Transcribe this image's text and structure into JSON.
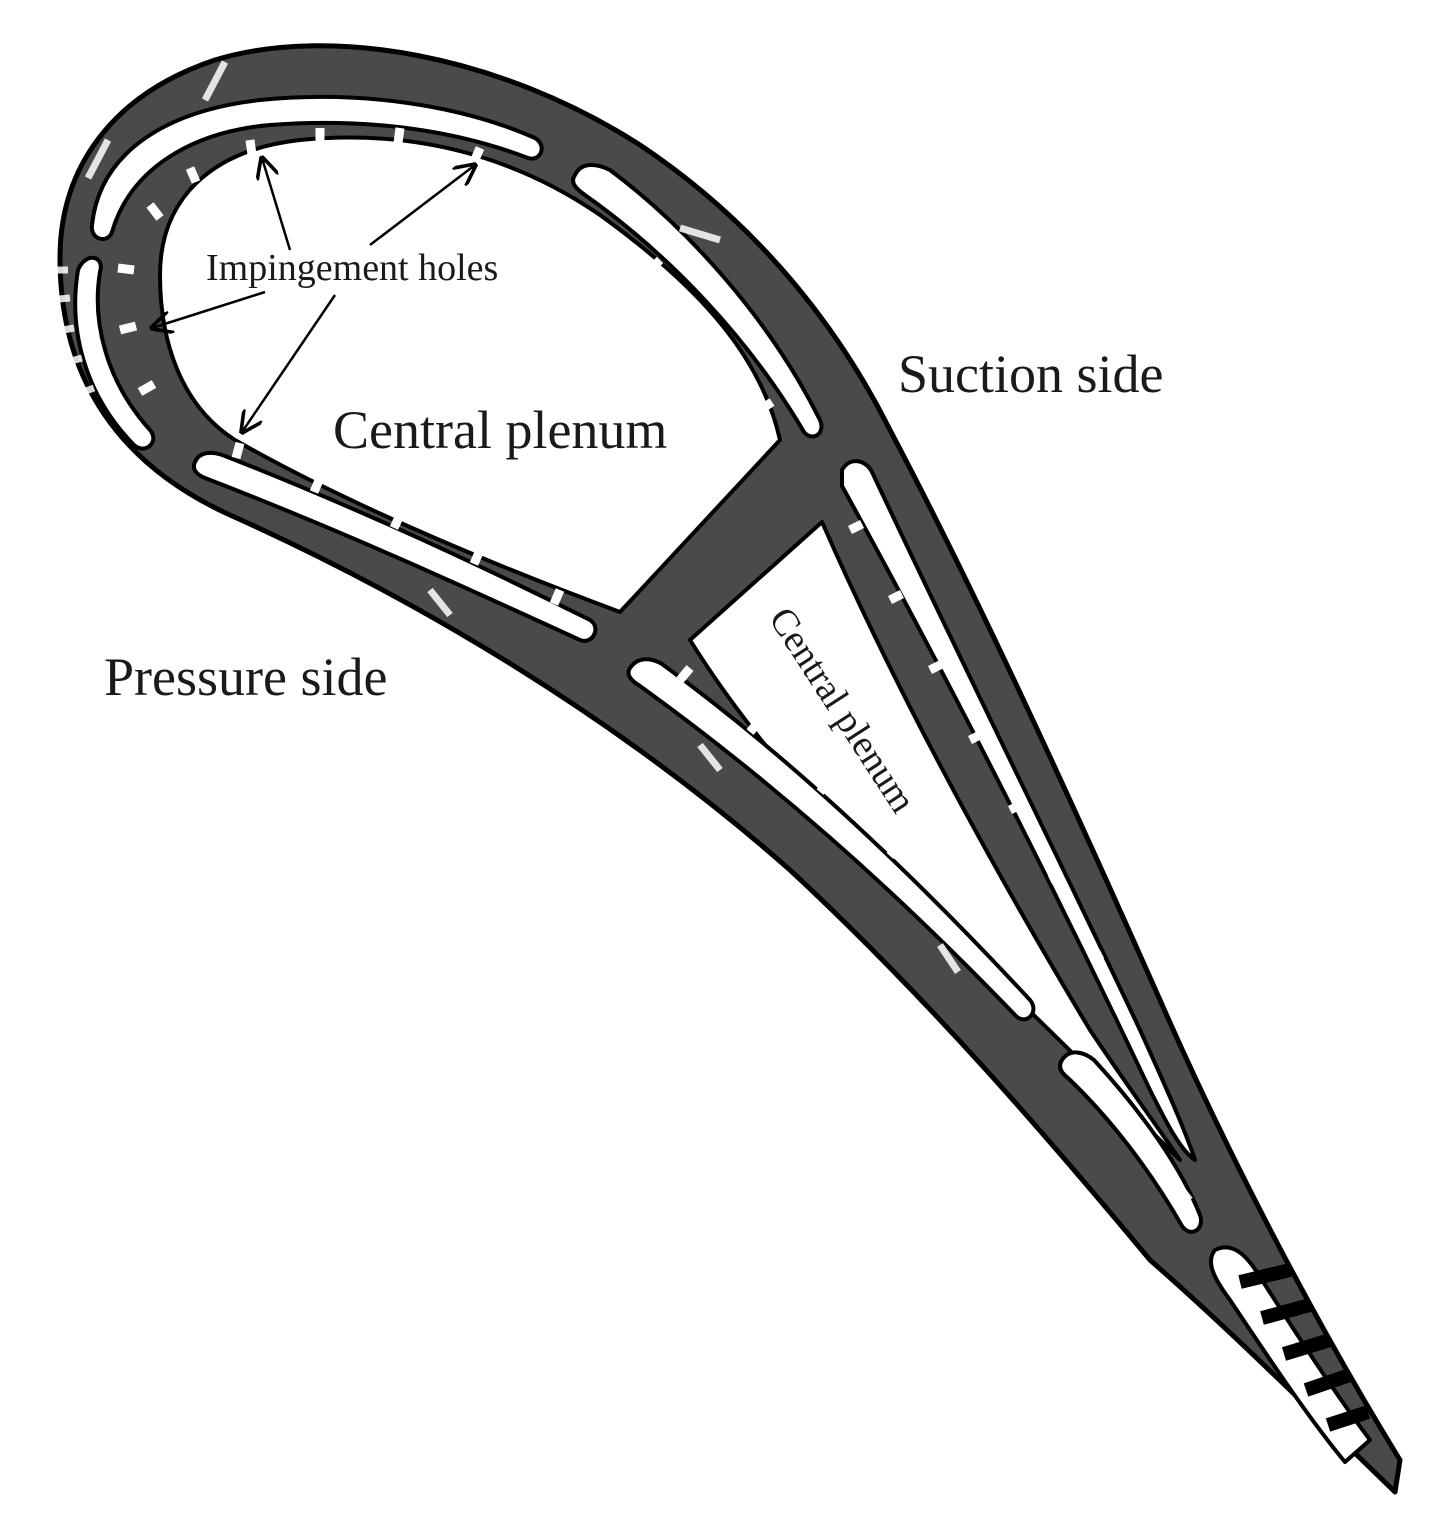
{
  "labels": {
    "impingement_holes": "Impingement holes",
    "central_plenum_main": "Central plenum",
    "central_plenum_rear": "Central plenum",
    "suction_side": "Suction side",
    "pressure_side": "Pressure side"
  },
  "colors": {
    "wall_fill": "#4a4a4a",
    "outline": "#000000",
    "cavity": "#ffffff"
  }
}
